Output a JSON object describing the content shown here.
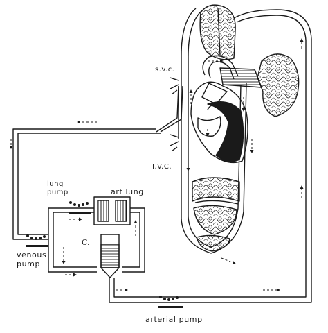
{
  "labels": {
    "svc": "s.v.c.",
    "ivc": "I.V.C.",
    "lung_pump": "lung\npump",
    "lung_pump_line1": "lung",
    "lung_pump_line2": "pump",
    "art_lung": "art lung",
    "chamber": "C.",
    "venous_pump_line1": "venous",
    "venous_pump_line2": "pump",
    "arterial_pump": "arterial pump"
  },
  "colors": {
    "ink": "#1a1a1a",
    "background": "#ffffff"
  }
}
